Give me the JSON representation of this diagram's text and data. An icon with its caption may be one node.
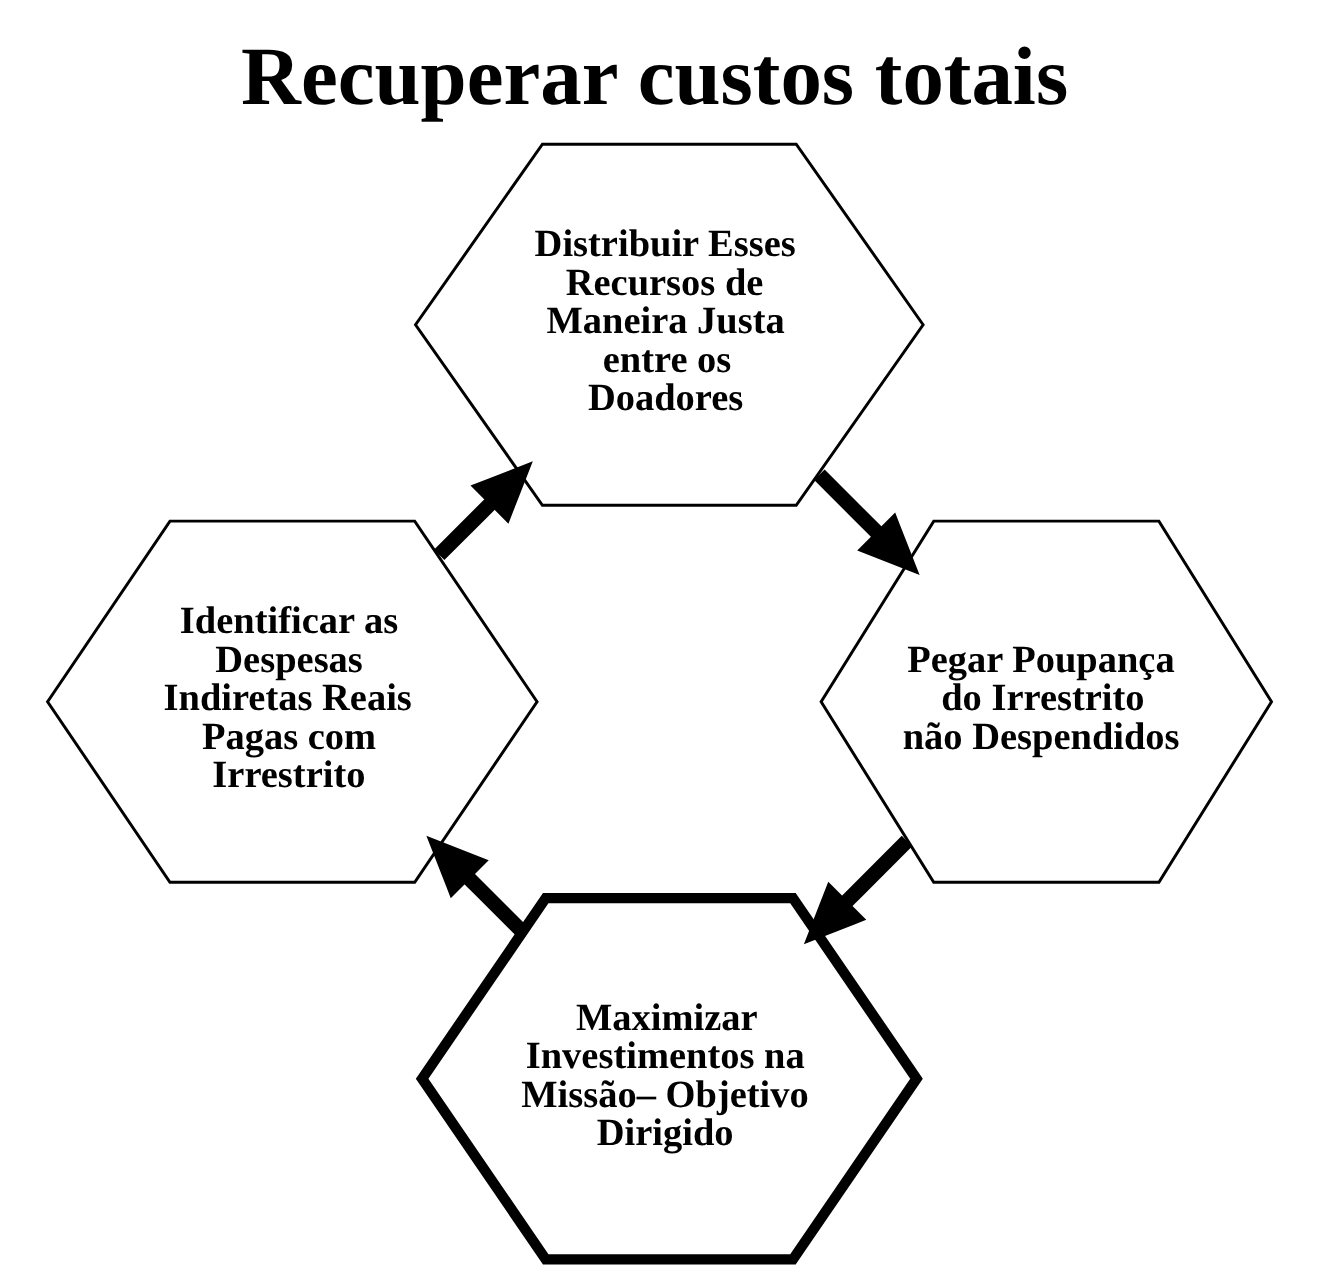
{
  "diagram": {
    "title": "Recuperar custos totais",
    "nodes": [
      {
        "text": [
          "Maximizar Investimentos na Missão– Objetivo Dirigido"
        ]
      },
      {
        "text": [
          "Identificar as Despesas Indiretas Reais Pagas com Irrestrito"
        ]
      },
      {
        "text": [
          "Distribuir Esses Recursos de Maneira Justa entre os Doadores"
        ]
      },
      {
        "text": [
          "Pegar Poupança do Irrestrito não Despendidos"
        ]
      }
    ],
    "edges": [
      {
        "from": 0,
        "to": 1,
        "arrow": "to"
      },
      {
        "from": 1,
        "to": 2,
        "arrow": "to"
      },
      {
        "from": 2,
        "to": 3,
        "arrow": "to"
      },
      {
        "from": 3,
        "to": 0,
        "arrow": "to"
      }
    ]
  }
}
